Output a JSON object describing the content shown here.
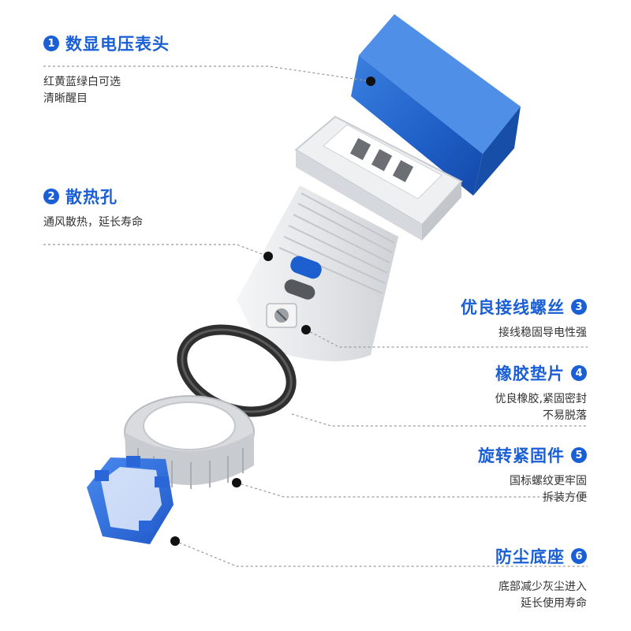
{
  "callouts": [
    {
      "num": "1",
      "title": "数显电压表头",
      "lines": [
        "红黄蓝绿白可选",
        "清晰醒目"
      ]
    },
    {
      "num": "2",
      "title": "散热孔",
      "lines": [
        "通风散热，延长寿命"
      ]
    },
    {
      "num": "3",
      "title": "优良接线螺丝",
      "lines": [
        "接线稳固导电性强"
      ]
    },
    {
      "num": "4",
      "title": "橡胶垫片",
      "lines": [
        "优良橡胶,紧固密封",
        "不易脱落"
      ]
    },
    {
      "num": "5",
      "title": "旋转紧固件",
      "lines": [
        "国标螺纹更牢固",
        "拆装方便"
      ]
    },
    {
      "num": "6",
      "title": "防尘底座",
      "lines": [
        "底部减少灰尘进入",
        "延长使用寿命"
      ]
    }
  ],
  "colors": {
    "accent": "#1a5fd6",
    "cover": "#1e63c8",
    "white_part": "#e9ebee",
    "gasket": "#3a3a3a",
    "base": "#2f6fe0"
  }
}
